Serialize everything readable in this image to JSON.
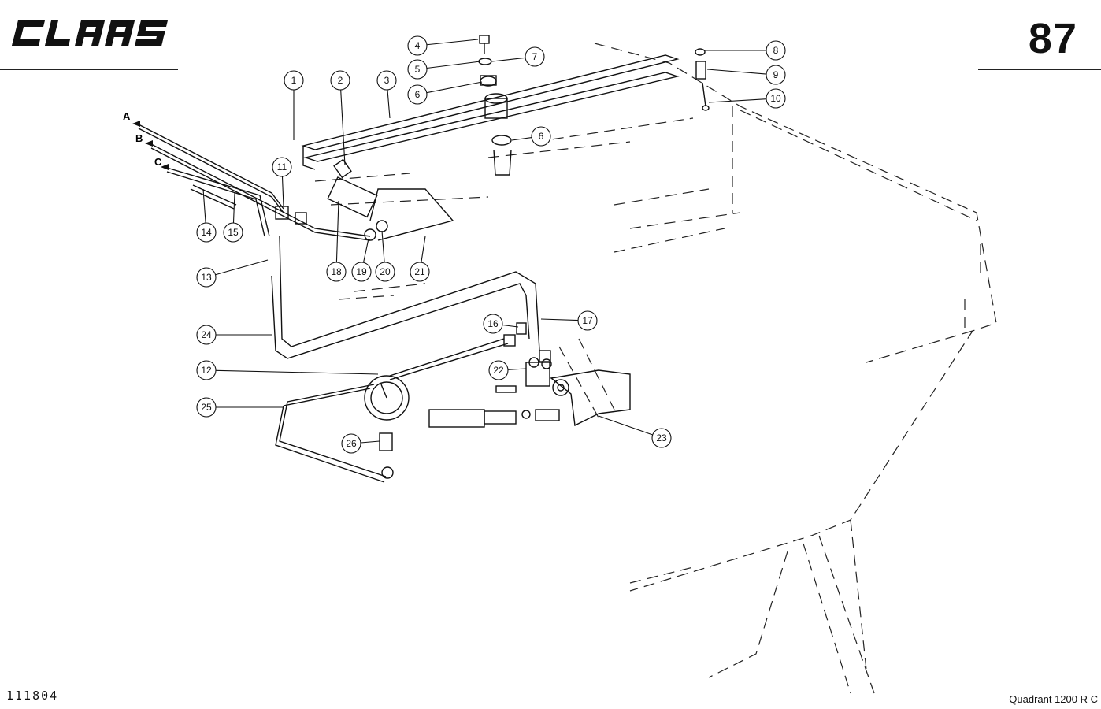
{
  "header": {
    "brand": "CLAAS",
    "page_number": "87"
  },
  "footer": {
    "doc_number": "111804",
    "model": "Quadrant  1200 R C"
  },
  "line_labels": [
    "A",
    "B",
    "C"
  ],
  "callouts": [
    "1",
    "2",
    "3",
    "4",
    "5",
    "6",
    "7",
    "8",
    "9",
    "10",
    "11",
    "6",
    "12",
    "13",
    "14",
    "15",
    "16",
    "17",
    "18",
    "19",
    "20",
    "21",
    "22",
    "23",
    "24",
    "25",
    "26"
  ],
  "colors": {
    "ink": "#111111",
    "background": "#ffffff"
  }
}
